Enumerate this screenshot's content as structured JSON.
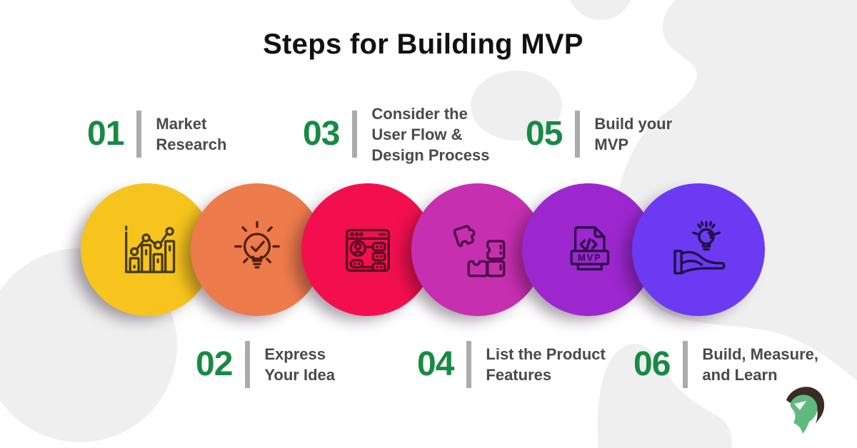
{
  "title": "Steps for Building MVP",
  "colors": {
    "accent_green": "#178A43",
    "divider_gray": "#ABABAB",
    "label_gray": "#4A4A4A",
    "title_black": "#111111",
    "blob_gray": "#EFEFEF",
    "logo_green": "#5FBA82",
    "logo_brown": "#3A2B23"
  },
  "steps": [
    {
      "number": "01",
      "label": "Market\nResearch",
      "circle_color": "#F6C41D",
      "icon": "bar-chart",
      "icon_color": "#4A3E10"
    },
    {
      "number": "02",
      "label": "Express\nYour Idea",
      "circle_color": "#EE7B4C",
      "icon": "lightbulb-check",
      "icon_color": "#53200F"
    },
    {
      "number": "03",
      "label": "Consider the\nUser Flow &\nDesign Process",
      "circle_color": "#F30F4E",
      "icon": "user-flow-window",
      "icon_color": "#5E0823"
    },
    {
      "number": "04",
      "label": "List the Product\nFeatures",
      "circle_color": "#C62FAF",
      "icon": "puzzle-pieces",
      "icon_color": "#4D0645"
    },
    {
      "number": "05",
      "label": "Build your\nMVP",
      "circle_color": "#9C27CF",
      "icon": "mvp-code-file",
      "icon_color": "#2C0A47"
    },
    {
      "number": "06",
      "label": "Build, Measure,\nand Learn",
      "circle_color": "#6B3AF2",
      "icon": "hand-holding-bulb",
      "icon_color": "#1D1145"
    }
  ],
  "icon_text": {
    "mvp_file_label": "MVP"
  }
}
